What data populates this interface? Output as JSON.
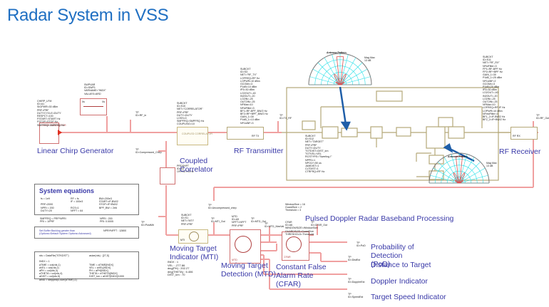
{
  "title": "Radar System in VSS",
  "blocks": {
    "chirp_gen": {
      "label": "Linear Chirp Generator",
      "box_text": "CHIRP GENERATOR",
      "params": "CHIRP_LFM\nID=A1\nSIGPWR=30 dBm\nPRF=PRF\nDUTYCYCLE=DUTY\nRESPCT=100\nFSTART=START Hz\nFSTOP=STOP Hz\nSMPFRQ=SMPFRQ Hz"
    },
    "sweep": {
      "params": "SWPVAR\nID=SWP1\nVARNAME=\"INDX\"\nVALUES=ARD",
      "scale_left": "0s",
      "scale_right": "0s"
    },
    "correlator": {
      "label": "Coupled Correlator",
      "box_text": "COUPLED CORRELATOR",
      "params": "SUBCKT\nID=S10\nNET=\"CORRELATOR\"\nPRF=PRF\nDUTY=DUTY\nLOSS=0\nSMPFRQ=SMPFRQ Hz\nCOUPLING=10"
    },
    "rf_tx": {
      "label": "RF Transmitter",
      "box_text": "RF TX",
      "params": "SUBCKT\nID=S3\nNET=\"RF_TX\"\nLOFREQ=RF Hz\nLOPWR=10 dBm\nGCOMx=3\nP1dB=10 dBm\nIP3=30 dBm\nLO2OUT=-40\nIN2OUT=-20\nLO2IN=-25\nOUT2IN=-25\nNFMax=10\nNFstFilter=3\nBF1=RF-BPF_BW/2 Hz\nBF2=RF+BPF_BW/2 Hz\nGAIN_1=30\nP1dB_1=13 dBm\nNF1stNF=3"
    },
    "target": {
      "params": "SUBCKT\nID=S12\nNET=\"TARGET\"\nPRF=PRF\nDUTY=DUTY\nTGTDIST=DIST_km\nTGTVEL=VEL\nRCSTYPE=\"Swerling I\"\nNPPD=1\nNPOLY=50 us\nJAMDIST=1\nCLTDIST=1\nCTRFRQ=RF Hz"
    },
    "rf_rx": {
      "label": "RF Receiver",
      "box_text": "RF RX",
      "params": "SUBCKT\nID=S11\nNET=\"RF_RX\"\nNFstFilter=3\nFP1=RF-BPF Hz\nFP2=RF+BPF Hz\nGAIN_1=30\nP1dB_1=25 dBm\nNF1stNF=2\nGCOMx=3\nP1dB=20 dBm\nIP3=30 dBm\nLO2OUT=-40\nIN2OUT=-20\nLO2IN=-25\nOUT2IN=-25\nNFMax=10\nLOFREQ=RF-IF Hz\nLOPWR=10 dBm\nNFirstFilter=3\nBF1_2=IF-BW/2 Hz\nBF2_2=IF+BW/2 Hz"
    },
    "mti": {
      "label": "Moving Target Indicator (MTI)",
      "box_text": "MTI",
      "params": "SUBCKT\nID=S1\nNET=\"MTI\"\nPRF=PRF"
    },
    "mtd": {
      "label": "Moving Target Detection (MTD)",
      "box_text": "MTD",
      "params": "MTD\nID=A5\nNFFT=NFFT\nPRF=PRF"
    },
    "cfar": {
      "label": "Constant False Alarm Rate (CFAR)",
      "box_text": "CFAR",
      "params": "CFAR\nID=A6\nWINDOWSIZE=WindowSize\nGUARDSIZE=GuardSize\nTHRESHOLD=Threshold",
      "vars": "WindowSize = 16\nGuardSize = 2\nThreshold = 3"
    },
    "pulse_shift": {
      "params": "PRDSHFT\nID=A3\nOFFSET=0 Hz"
    }
  },
  "section_label": "Pulsed Doppler Radar Baseband Processing",
  "antenna": {
    "title": "Antenna Pattern",
    "legend": "Mag Max\n13 dB"
  },
  "outputs": [
    {
      "label": "Probability of Detection (PoD)",
      "probe": "TP\nID=PoD"
    },
    {
      "label": "Distance to Target",
      "probe": "TP\nID=DistEst"
    },
    {
      "label": "Doppler Indicator",
      "probe": "TP\nID=DopplerEst"
    },
    {
      "label": "Target Speed Indicator",
      "probe": "TP\nID=SpeedEst"
    }
  ],
  "probes": {
    "chirp_in": "TP\nID=RF_in",
    "compressed": "TP\nID=Compressed_Chirp",
    "tx_rf": "TP\nID=TX_RF",
    "rf_out": "TP\nID=RF_Out",
    "uncompressed": "TP\nID=Uncompressed_chirp",
    "postmti": "TP\nID=PostMti",
    "mti_out": "TP\nID=MTI_Out",
    "mtd_out": "TP\nID=MTD_Out",
    "mtd_maxval": "TP\nID=MTD_MaxVal",
    "cfar_out": "TP\nID=CFAR_Out"
  },
  "equations": {
    "title": "System equations",
    "col1": "fs = 1e9\n\nPRF=2000\nNPRI = 200\nDUTY=20",
    "col2": "RF = fs\nIF = 100e3\n\nRCS=1\nNFFT = 64",
    "col3": "BW=200e3\nSTART=IF-BW/2\nSTOP=IF+BW/2\nBPF_BW = 2e6",
    "row2_left": "SMPFRQ = PRF*NPRI\nPRI = 1/PRF",
    "row2_right": "NPRI : 200\nPRI: 0.0005"
  },
  "buffer_box": {
    "text": "Set Buffer Backlog greater than\n(Options>Default System Options>Advanced)",
    "right": "NPRI*NFFT : 12800"
  },
  "data_box": {
    "left": "rds = DataFile(\"STKDST\")\n\nINDX = 1\naTIME = col(rds,1)\naVEL = col(rds,2)\naPH = col(rds,3)\naTHETA = col(rds,4)\naDIST = col(rds,5)\naIND = stepped(0,size(aTIME),1)",
    "right": "asize(rds) : [27,5]\n\n\nTIME = aTIME[INDX]\nVEL = aVEL[INDX]\nPH = aPH[INDX]\nTHETA = aTHETA[INDX]\nDIST_km = aDIST[INDX]/1000"
  },
  "readout": "INDX : 1\nVEL : -277.86\ndeg(PH) : 202.27\ndeg(THETA) : 6.406\nDIST_km : 70",
  "colors": {
    "title": "#1f6fc2",
    "label": "#3a3aa8",
    "wire_red": "#f0a0a0",
    "wire_olive": "#b5a878",
    "arrow": "#1f5ea8",
    "grid": "#28e0e8",
    "pattern": "#e05050"
  }
}
